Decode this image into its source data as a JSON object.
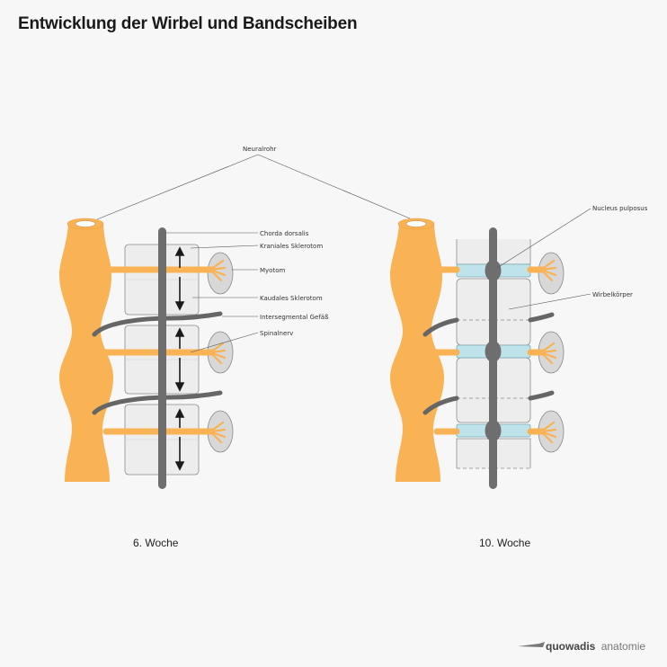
{
  "title": "Entwicklung der Wirbel und Bandscheiben",
  "labels": {
    "neuralrohr": "Neuralrohr",
    "chorda_dorsalis": "Chorda dorsalis",
    "kraniales_sklerotom": "Kraniales Sklerotom",
    "myotom": "Myotom",
    "kaudales_sklerotom": "Kaudales Sklerotom",
    "intersegmental_gefaess": "Intersegmental Gefäß",
    "spinalnerv": "Spinalnerv",
    "nucleus_pulposus": "Nucleus pulposus",
    "wirbelkoerper": "Wirbelkörper"
  },
  "captions": {
    "week6": "6. Woche",
    "week10": "10. Woche"
  },
  "brand": {
    "name": "quowadis",
    "suffix": "anatomie"
  },
  "colors": {
    "neural_tube": "#f9b355",
    "notochord": "#6e6e6e",
    "disc": "#bfe3ea",
    "sclerotome_fill": "#ededee",
    "myotome_fill": "#d8d8d8"
  }
}
